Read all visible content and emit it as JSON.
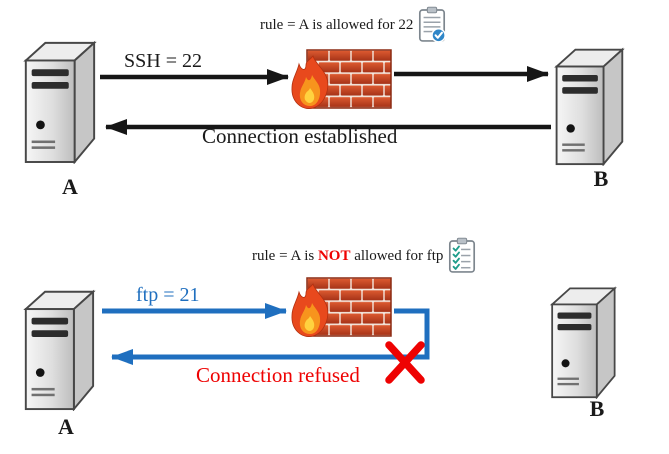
{
  "scenario_allowed": {
    "rule_text": "rule = A is allowed for 22",
    "request_label": "SSH = 22",
    "response_label": "Connection established",
    "host_left_label": "A",
    "host_right_label": "B",
    "firewall_icon": "firewall-brick-flame-icon",
    "clipboard_icon": "clipboard-approved-icon"
  },
  "scenario_refused": {
    "rule_text_prefix": "rule = A is ",
    "rule_text_emphasis": "NOT",
    "rule_text_suffix": " allowed for ftp",
    "request_label": "ftp = 21",
    "response_label": "Connection refused",
    "host_left_label": "A",
    "host_right_label": "B",
    "firewall_icon": "firewall-brick-flame-icon",
    "clipboard_icon": "clipboard-checklist-icon",
    "blocked_icon": "x-mark-icon"
  },
  "colors": {
    "arrow_allowed": "#161616",
    "arrow_refused": "#1f6fbf",
    "refused_text": "#ee0202",
    "emphasis_text": "#ee0202",
    "x_mark": "#ee0202",
    "brick_red": "#c23f1e",
    "flame_outer": "#e8491d",
    "flame_inner": "#f7941d"
  }
}
